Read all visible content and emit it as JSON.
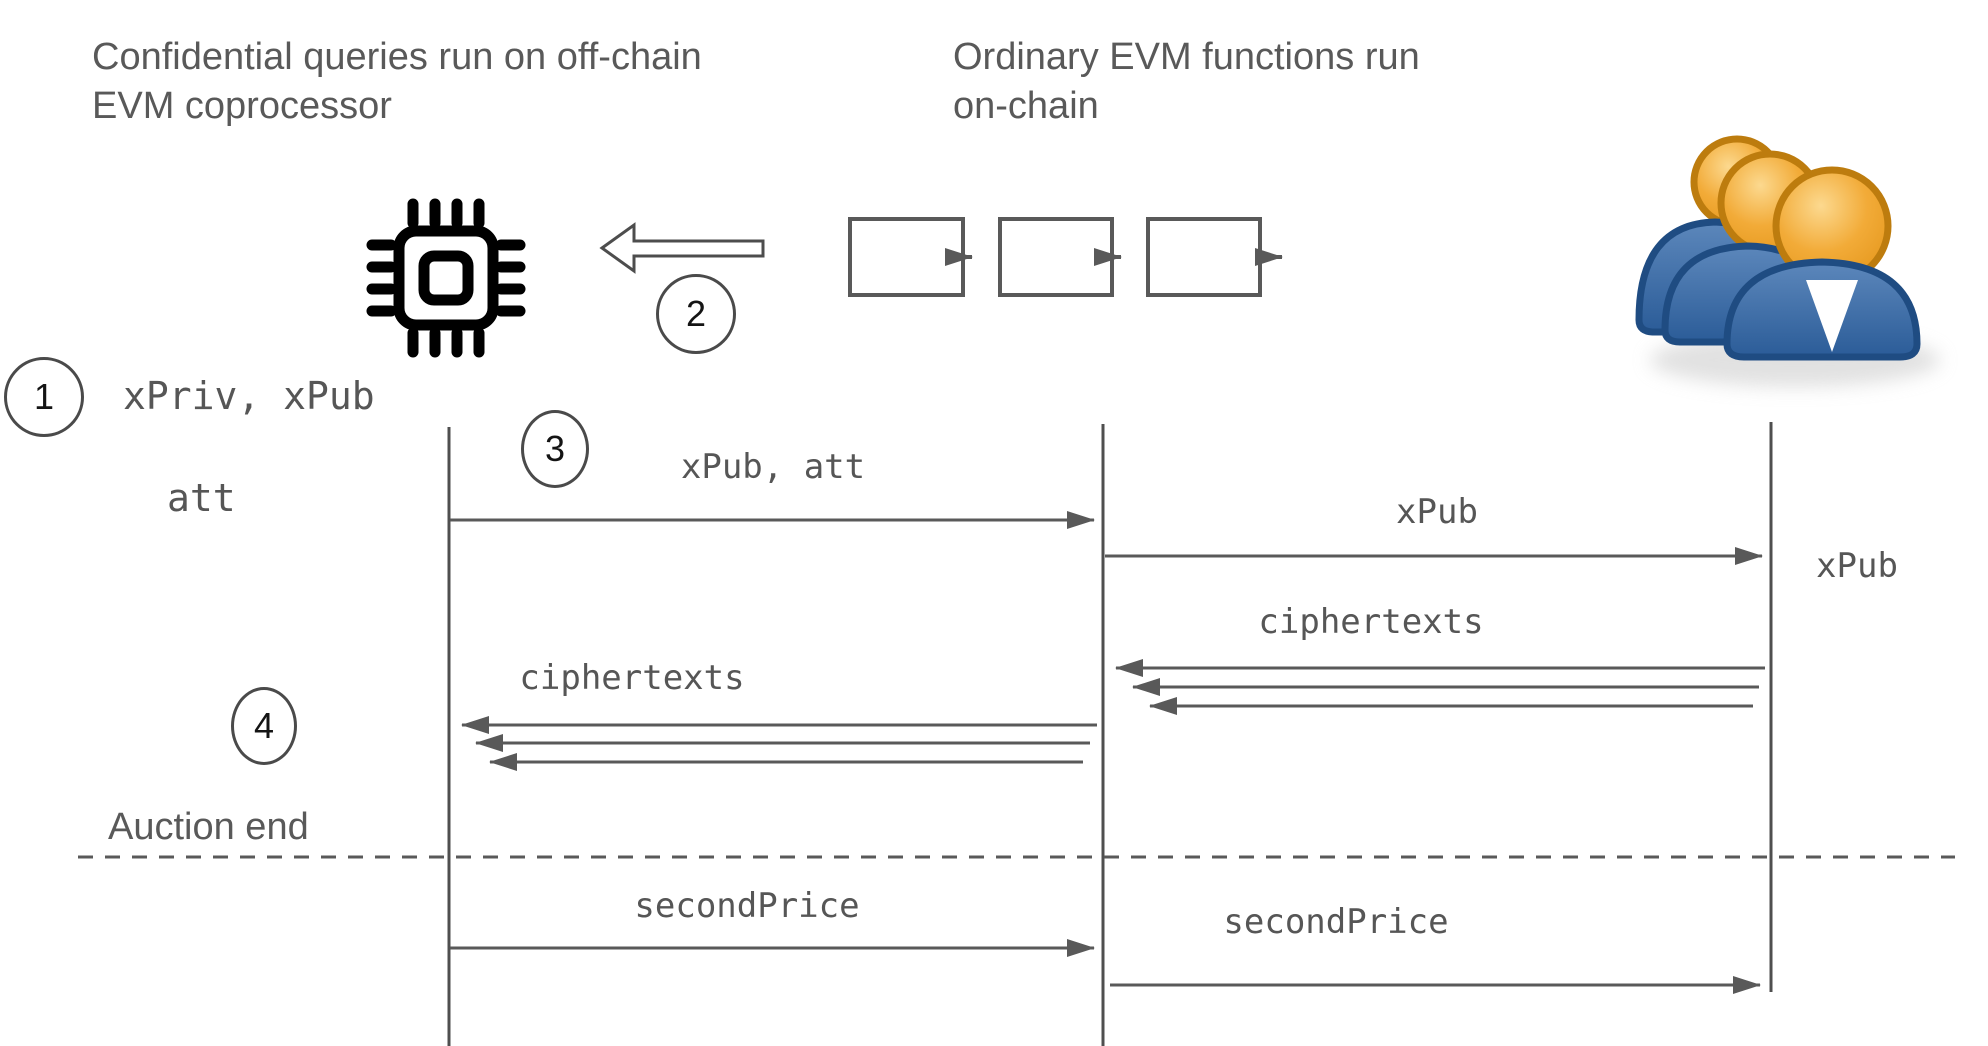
{
  "headers": {
    "offchain": "Confidential queries run on off-chain\nEVM coprocessor",
    "onchain": "Ordinary EVM functions run\non-chain"
  },
  "step_badges": {
    "step1": "1",
    "step2": "2",
    "step3": "3",
    "step4": "4"
  },
  "messages": {
    "keygen": "xPriv, xPub",
    "attestation": "att",
    "xpub_att": "xPub, att",
    "xpub_to_chain": "xPub",
    "xpub_to_users": "xPub",
    "ciphertexts_to_chain": "ciphertexts",
    "ciphertexts_to_coprocessor": "ciphertexts",
    "second_price_from_coprocessor": "secondPrice",
    "second_price_to_users": "secondPrice",
    "auction_end": "Auction end"
  },
  "icons": {
    "coprocessor": "cpu-chip-icon",
    "fetch_arrow": "block-arrow-left-icon",
    "blockchain": "blockchain-blocks-icon",
    "users": "users-group-icon"
  },
  "colors": {
    "line": "#595959",
    "text_gray": "#595959",
    "chip_black": "#000000",
    "users_blue": "#3465a4",
    "users_blue_dark": "#204a87",
    "users_orange": "#f0a32e",
    "users_orange_dark": "#bd7c0e"
  }
}
